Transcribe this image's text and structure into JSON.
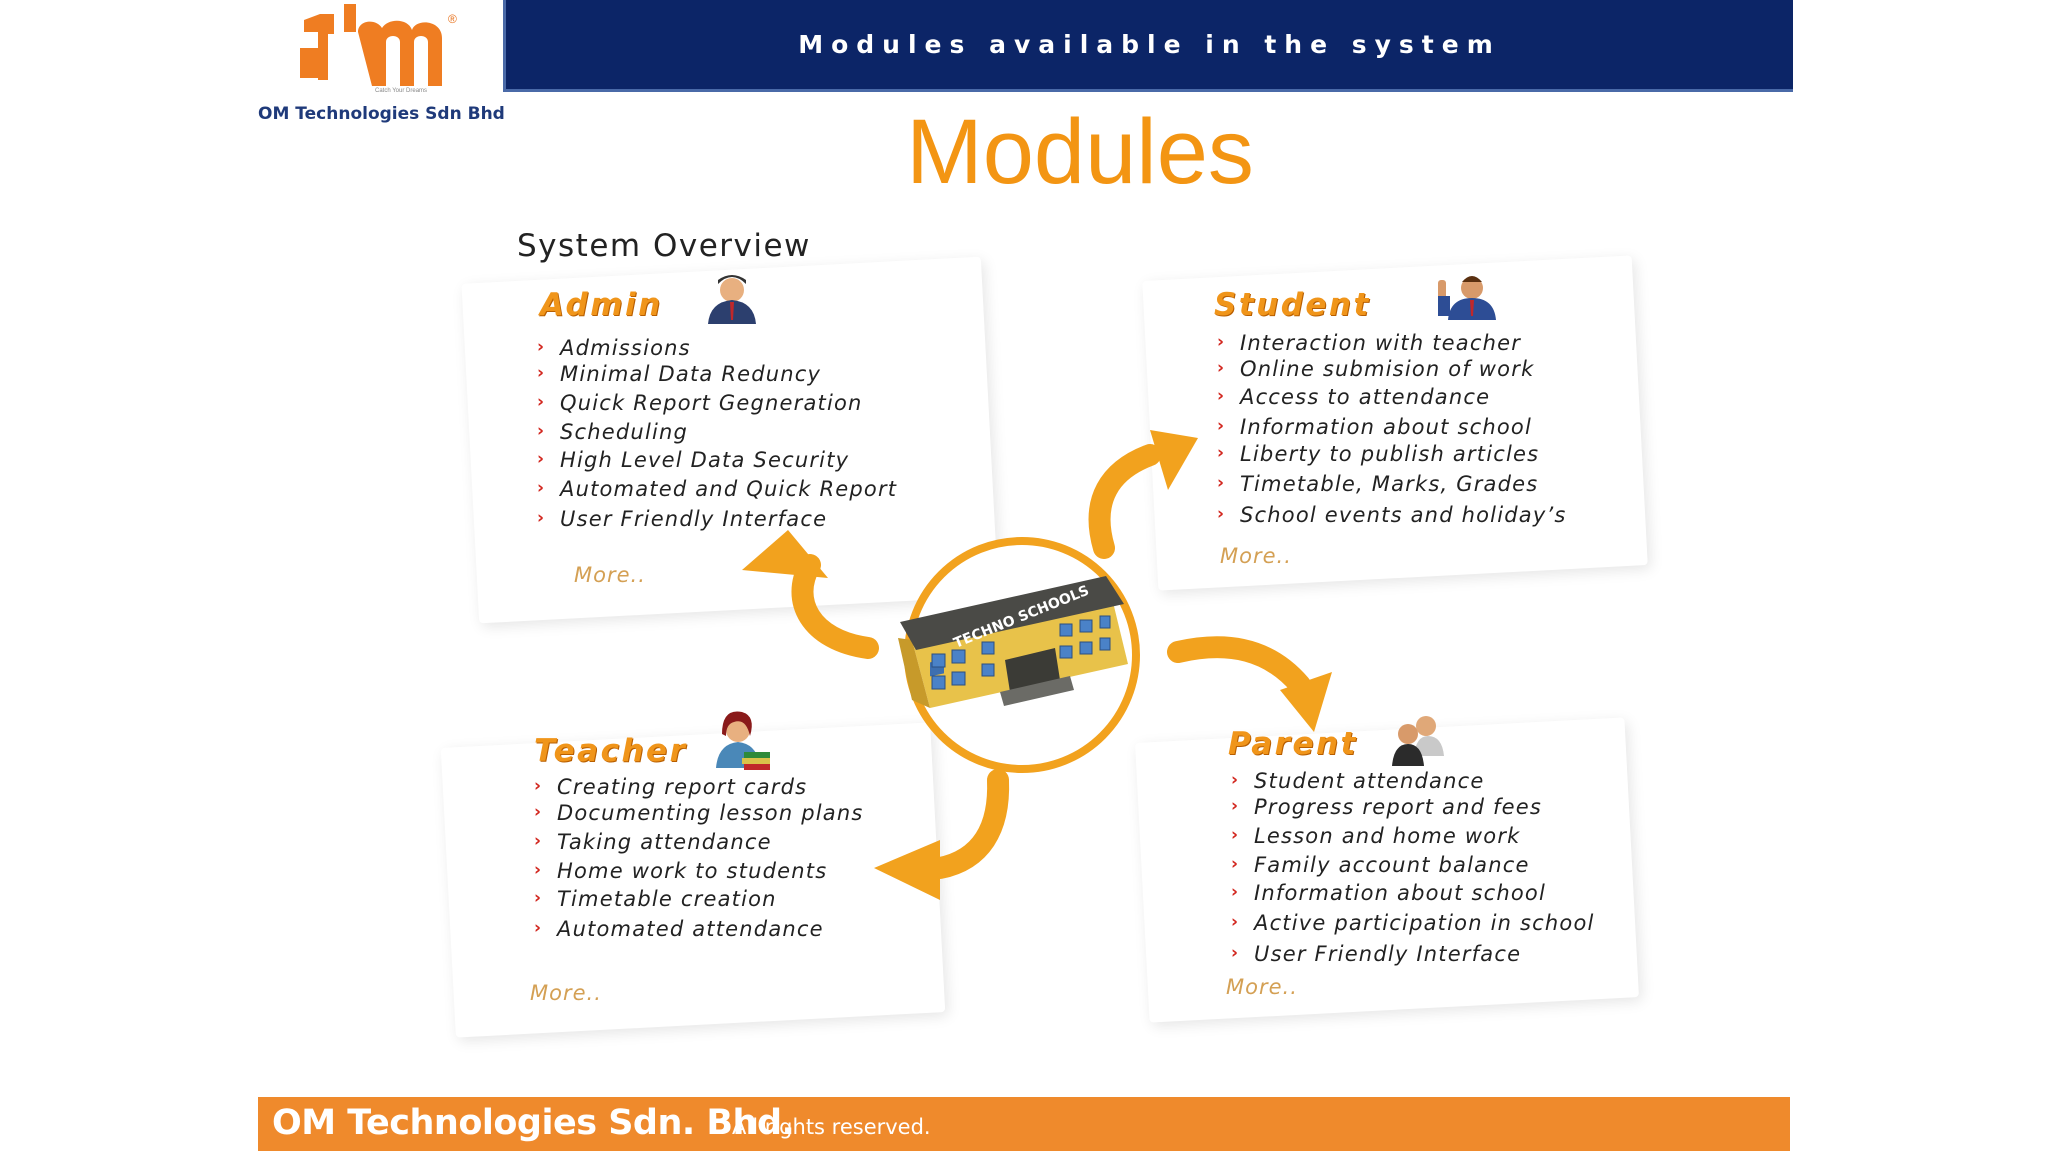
{
  "logo": {
    "company": "OM Technologies Sdn Bhd",
    "tagline": "Catch Your Dreams",
    "registered_mark": "®"
  },
  "header": {
    "title": "Modules available in the system"
  },
  "page_title": "Modules",
  "overview_title": "System Overview",
  "center": {
    "label": "TECHNO SCHOOLS"
  },
  "modules": {
    "admin": {
      "heading": "Admin",
      "avatar_icon": "admin-user-icon",
      "items": [
        "Admissions",
        "Minimal Data Reduncy",
        "Quick Report Gegneration",
        "Scheduling",
        "High Level Data Security",
        "Automated and Quick Report",
        "User Friendly Interface"
      ],
      "more": "More.."
    },
    "student": {
      "heading": "Student",
      "avatar_icon": "student-user-icon",
      "items": [
        "Interaction with teacher",
        "Online submision of work",
        "Access to attendance",
        "Information about school",
        "Liberty to publish articles",
        "Timetable, Marks, Grades",
        "School events and holiday’s"
      ],
      "more": "More.."
    },
    "teacher": {
      "heading": "Teacher",
      "avatar_icon": "teacher-user-icon",
      "items": [
        "Creating report cards",
        "Documenting lesson plans",
        "Taking attendance",
        "Home work to students",
        "Timetable creation",
        "Automated attendance"
      ],
      "more": "More.."
    },
    "parent": {
      "heading": "Parent",
      "avatar_icon": "parents-icon",
      "items": [
        "Student attendance",
        "Progress report and fees",
        "Lesson and home work",
        "Family account balance",
        "Information about school",
        "Active participation in school",
        "User Friendly Interface"
      ],
      "more": "More.."
    }
  },
  "footer": {
    "company": "OM Technologies Sdn. Bhd.",
    "rights": "All rights reserved."
  },
  "colors": {
    "header_bg": "#0c2567",
    "accent_orange": "#f39513",
    "footer_bg": "#ef8a2c",
    "bullet_red": "#d2261e",
    "arrow_orange": "#f2a21e"
  }
}
